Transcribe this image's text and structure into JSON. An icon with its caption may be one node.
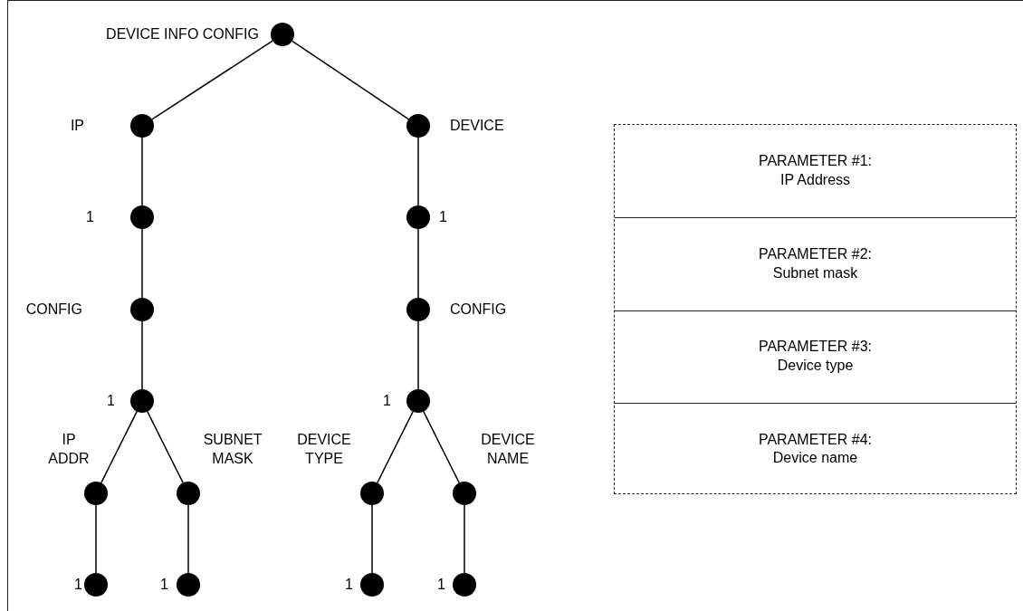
{
  "diagram": {
    "nodes": [
      {
        "text": [],
        "shape": "circle",
        "beside": [
          "DEVICE INFO CONFIG"
        ]
      },
      {
        "text": [],
        "shape": "circle",
        "beside": [
          "IP"
        ]
      },
      {
        "text": [],
        "shape": "circle",
        "beside": [
          "DEVICE"
        ]
      },
      {
        "text": [],
        "shape": "circle",
        "beside": [
          "1"
        ]
      },
      {
        "text": [],
        "shape": "circle",
        "beside": [
          "1"
        ]
      },
      {
        "text": [],
        "shape": "circle",
        "beside": [
          "CONFIG"
        ]
      },
      {
        "text": [],
        "shape": "circle",
        "beside": [
          "CONFIG"
        ]
      },
      {
        "text": [],
        "shape": "circle",
        "beside": [
          "1"
        ]
      },
      {
        "text": [],
        "shape": "circle",
        "beside": [
          "1"
        ]
      },
      {
        "text": [],
        "shape": "circle",
        "beside": [
          "IP ADDR"
        ]
      },
      {
        "text": [],
        "shape": "circle",
        "beside": [
          "SUBNET MASK"
        ]
      },
      {
        "text": [],
        "shape": "circle",
        "beside": [
          "DEVICE TYPE"
        ]
      },
      {
        "text": [],
        "shape": "circle",
        "beside": [
          "DEVICE NAME"
        ]
      },
      {
        "text": [],
        "shape": "circle",
        "beside": [
          "1"
        ]
      },
      {
        "text": [],
        "shape": "circle",
        "beside": [
          "1"
        ]
      },
      {
        "text": [],
        "shape": "circle",
        "beside": [
          "1"
        ]
      },
      {
        "text": [],
        "shape": "circle",
        "beside": [
          "1"
        ]
      },
      {
        "text": [],
        "shape": "box"
      },
      {
        "text": [
          "PARAMETER #1:",
          "IP Address"
        ],
        "in": 17
      },
      {
        "text": [
          "PARAMETER #2:",
          "Subnet mask"
        ],
        "in": 17
      },
      {
        "text": [
          "PARAMETER #3:",
          "Device type"
        ],
        "in": 17
      },
      {
        "text": [
          "PARAMETER #4:",
          "Device name"
        ],
        "in": 17
      }
    ],
    "edges": [
      {
        "from": 0,
        "to": 1,
        "arrow": "none"
      },
      {
        "from": 0,
        "to": 2,
        "arrow": "none"
      },
      {
        "from": 1,
        "to": 3,
        "arrow": "none"
      },
      {
        "from": 2,
        "to": 4,
        "arrow": "none"
      },
      {
        "from": 3,
        "to": 5,
        "arrow": "none"
      },
      {
        "from": 4,
        "to": 6,
        "arrow": "none"
      },
      {
        "from": 5,
        "to": 7,
        "arrow": "none"
      },
      {
        "from": 6,
        "to": 8,
        "arrow": "none"
      },
      {
        "from": 7,
        "to": 9,
        "arrow": "none"
      },
      {
        "from": 7,
        "to": 10,
        "arrow": "none"
      },
      {
        "from": 8,
        "to": 11,
        "arrow": "none"
      },
      {
        "from": 8,
        "to": 12,
        "arrow": "none"
      },
      {
        "from": 9,
        "to": 13,
        "arrow": "none"
      },
      {
        "from": 10,
        "to": 14,
        "arrow": "none"
      },
      {
        "from": 11,
        "to": 15,
        "arrow": "none"
      },
      {
        "from": 12,
        "to": 16,
        "arrow": "none"
      }
    ]
  }
}
